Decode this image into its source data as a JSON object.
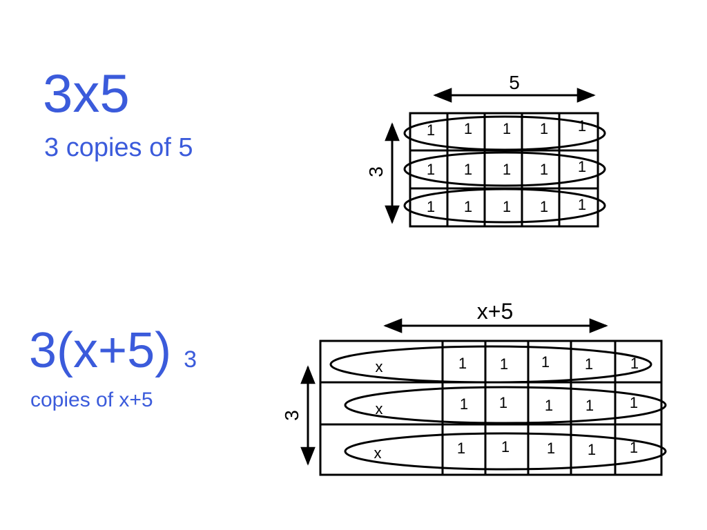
{
  "slide": {
    "top": {
      "heading": "3x5",
      "caption": "3 copies of 5",
      "dim_top": "5",
      "dim_side": "3",
      "grid": [
        [
          "1",
          "1",
          "1",
          "1",
          "1"
        ],
        [
          "1",
          "1",
          "1",
          "1",
          "1"
        ],
        [
          "1",
          "1",
          "1",
          "1",
          "1"
        ]
      ]
    },
    "bottom": {
      "heading": "3(x+5)",
      "heading_suffix": "3",
      "caption": "copies of x+5",
      "dim_top": "x+5",
      "dim_side": "3",
      "grid": [
        [
          "x",
          "1",
          "1",
          "1",
          "1",
          "1"
        ],
        [
          "x",
          "1",
          "1",
          "1",
          "1",
          "1"
        ],
        [
          "x",
          "1",
          "1",
          "1",
          "1",
          "1"
        ]
      ]
    }
  },
  "colors": {
    "accent": "#3b5bdb",
    "ink": "#000000"
  }
}
